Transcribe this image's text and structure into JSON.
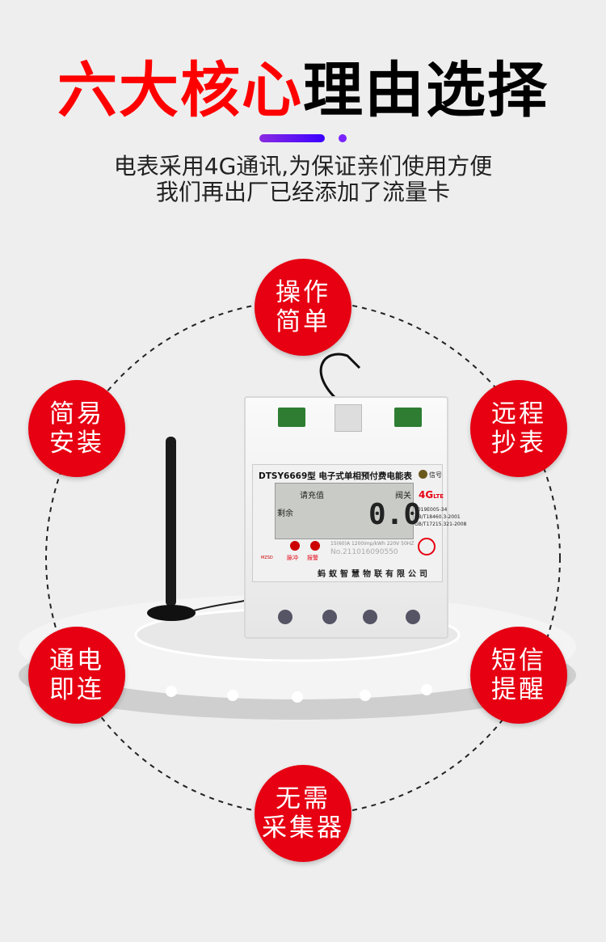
{
  "header": {
    "title_red": "六大核心",
    "title_black": "理由选择",
    "subtitle_line1": "电表采用4G通讯,为保证亲们使用方便",
    "subtitle_line2": "我们再出厂已经添加了流量卡"
  },
  "features": [
    {
      "line1": "操作",
      "line2": "简单"
    },
    {
      "line1": "简易",
      "line2": "安装"
    },
    {
      "line1": "远程",
      "line2": "抄表"
    },
    {
      "line1": "通电",
      "line2": "即连"
    },
    {
      "line1": "短信",
      "line2": "提醒"
    },
    {
      "line1": "无需",
      "line2": "采集器"
    }
  ],
  "meter": {
    "model": "DTSY6669型 电子式单相预付费电能表",
    "signal": "信号",
    "lcd_recharge": "请充值",
    "lcd_valve": "阀关",
    "lcd_remaining": "剩余",
    "lcd_value": "0.0",
    "badge_4g": "4G",
    "badge_lte": "LTE",
    "cert1": "2019E005-34",
    "cert2": "GB/T18460.3-2001",
    "cert3": "GB/T17215.321-2008",
    "spec": "15(60)A 1200imp/kWh 220V 50HZ",
    "serial": "No.211016090550",
    "pulse": "脉冲",
    "alarm": "报警",
    "brand": "MZSD",
    "company": "蚂蚁智慧物联有限公司"
  },
  "colors": {
    "accent": "#e60012",
    "title_red": "#ff0000",
    "bar": "#6a1bff",
    "background": "#eeeeee"
  }
}
